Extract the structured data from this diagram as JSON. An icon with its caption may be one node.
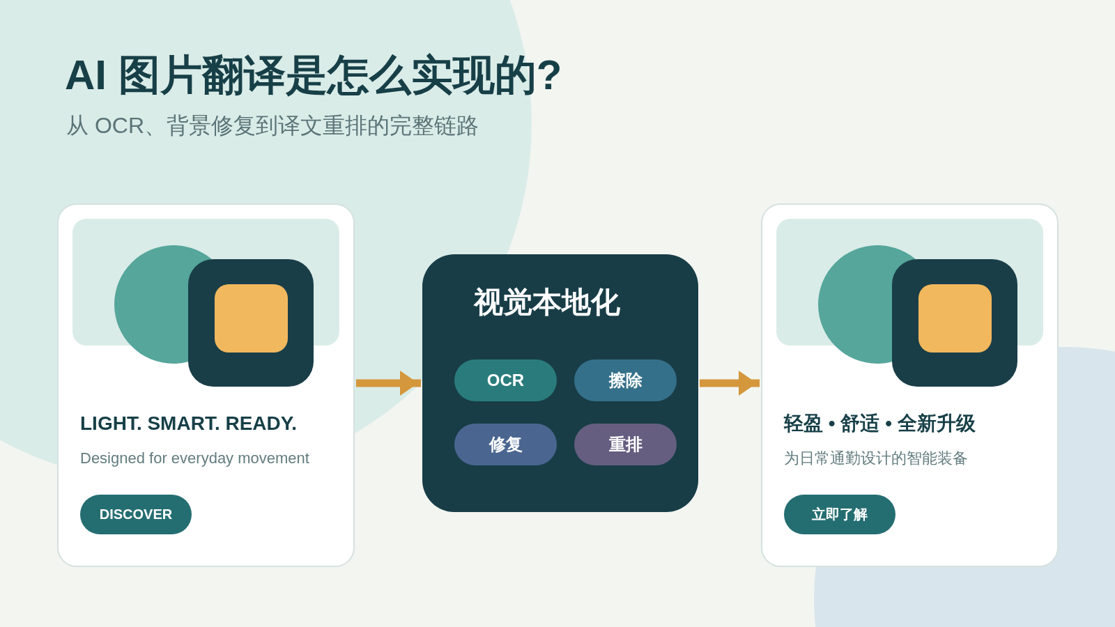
{
  "diagram": {
    "title": "AI 图片翻译是怎么实现的?",
    "nodes": [
      {
        "text": [
          "LIGHT. SMART. READY.",
          "Designed for everyday movement"
        ]
      },
      {
        "text": [
          "DISCOVER"
        ],
        "in": 0
      },
      {
        "text": [
          "视觉本地化"
        ]
      },
      {
        "text": [
          "OCR"
        ],
        "in": 2
      },
      {
        "text": [
          "擦除"
        ],
        "in": 2
      },
      {
        "text": [
          "修复"
        ],
        "in": 2
      },
      {
        "text": [
          "重排"
        ],
        "in": 2
      },
      {
        "text": [
          "轻盈 • 舒适 • 全新升级",
          "为日常通勤设计的智能装备"
        ]
      },
      {
        "text": [
          "立即了解"
        ],
        "in": 7
      }
    ],
    "edges": [
      {
        "from": 0,
        "to": 2,
        "arrow": "to"
      },
      {
        "from": 2,
        "to": 7,
        "arrow": "to"
      }
    ],
    "labels": [
      "从 OCR、背景修复到译文重排的完整链路"
    ]
  }
}
